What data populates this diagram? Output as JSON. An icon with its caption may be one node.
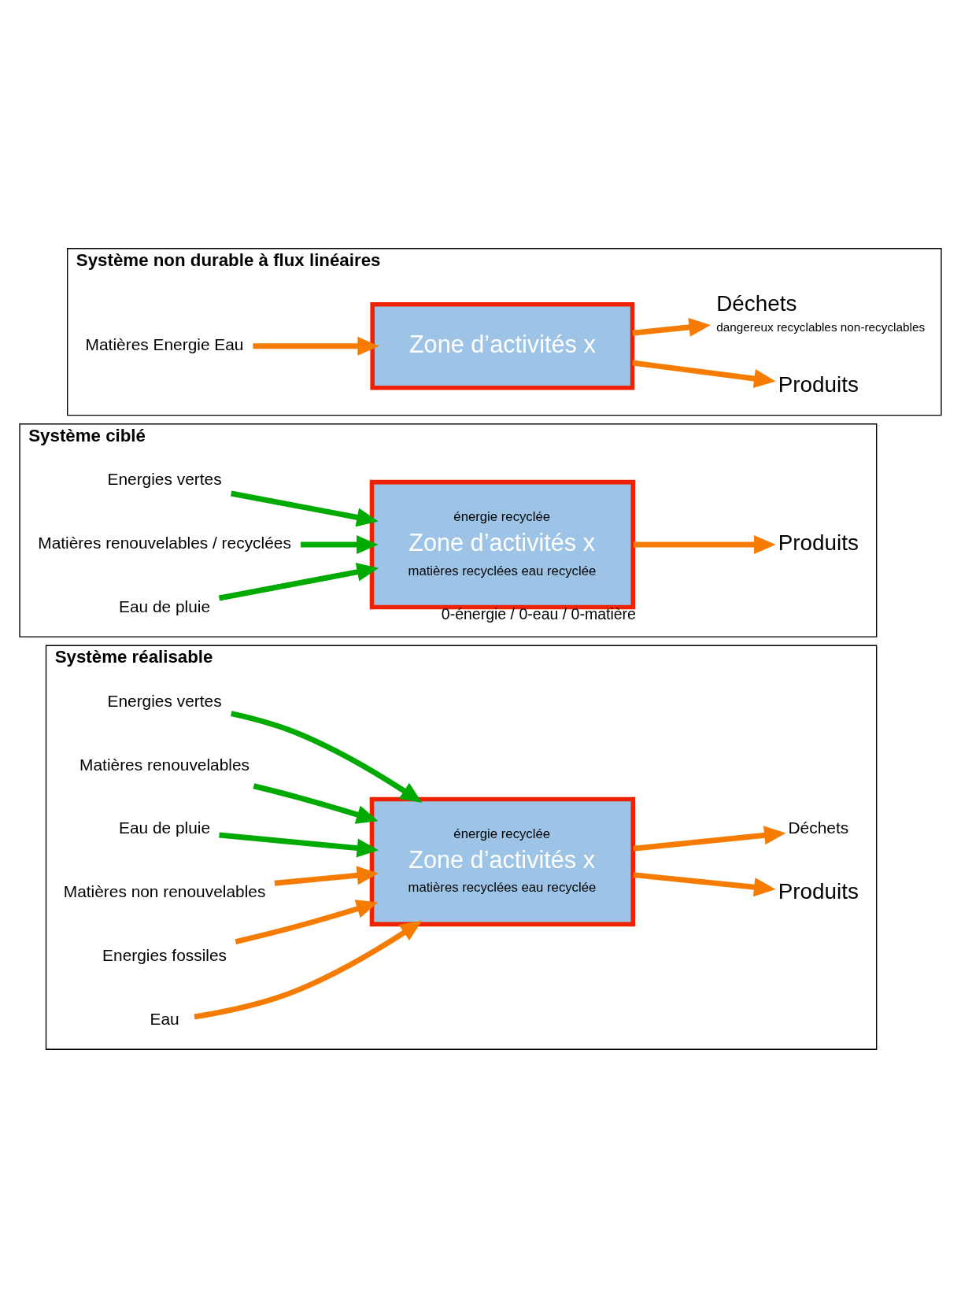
{
  "diagram": {
    "nodes": [
      {
        "text": [
          "Système non durable à flux linéaires"
        ]
      },
      {
        "text": [
          "Matières Energie Eau"
        ],
        "in": 0
      },
      {
        "text": [
          "Zone d’activités x"
        ],
        "in": 0
      },
      {
        "text": [
          "Produits"
        ],
        "in": 0
      },
      {
        "text": [
          "Déchets",
          "dangereux recyclables non-recyclables"
        ],
        "in": 0
      },
      {
        "text": [
          "Système ciblé"
        ]
      },
      {
        "text": [
          "Energies vertes"
        ],
        "in": 5
      },
      {
        "text": [
          "Matières renouvelables / recyclées"
        ],
        "in": 5
      },
      {
        "text": [
          "Eau de pluie"
        ],
        "in": 5
      },
      {
        "text": [
          "énergie recyclée",
          "Zone d’activités x",
          "matières recyclées eau recyclée"
        ],
        "beside": [
          "0-énergie / 0-eau / 0-matière"
        ],
        "in": 5
      },
      {
        "text": [
          "Produits"
        ],
        "in": 5
      },
      {
        "text": [
          "Système réalisable"
        ]
      },
      {
        "text": [
          "Energies vertes"
        ],
        "in": 11
      },
      {
        "text": [
          "Matières renouvelables"
        ],
        "in": 11
      },
      {
        "text": [
          "Eau de pluie"
        ],
        "in": 11
      },
      {
        "text": [
          "Matières non renouvelables"
        ],
        "in": 11
      },
      {
        "text": [
          "Energies fossiles"
        ],
        "in": 11
      },
      {
        "text": [
          "Eau"
        ],
        "in": 11
      },
      {
        "text": [
          "énergie recyclée",
          "Zone d’activités x",
          "matières recyclées eau recyclée"
        ],
        "in": 11
      },
      {
        "text": [
          "Produits"
        ],
        "in": 11
      },
      {
        "text": [
          "Déchets"
        ],
        "in": 11
      }
    ],
    "edges": [
      {
        "from": 1,
        "to": 2,
        "arrow": "to"
      },
      {
        "from": 2,
        "to": 3,
        "arrow": "to"
      },
      {
        "from": 2,
        "to": 4,
        "arrow": "to"
      },
      {
        "from": 6,
        "to": 9,
        "arrow": "to",
        "color": "#00aa00"
      },
      {
        "from": 7,
        "to": 9,
        "arrow": "to",
        "color": "#00aa00"
      },
      {
        "from": 8,
        "to": 9,
        "arrow": "to",
        "color": "#00aa00"
      },
      {
        "from": 9,
        "to": 10,
        "arrow": "to"
      },
      {
        "from": 12,
        "to": 18,
        "arrow": "to",
        "color": "#00aa00"
      },
      {
        "from": 13,
        "to": 18,
        "arrow": "to",
        "color": "#00aa00"
      },
      {
        "from": 14,
        "to": 18,
        "arrow": "to",
        "color": "#00aa00"
      },
      {
        "from": 15,
        "to": 18,
        "arrow": "to"
      },
      {
        "from": 16,
        "to": 18,
        "arrow": "to"
      },
      {
        "from": 17,
        "to": 18,
        "arrow": "to"
      },
      {
        "from": 18,
        "to": 19,
        "arrow": "to"
      },
      {
        "from": 18,
        "to": 20,
        "arrow": "to"
      }
    ]
  }
}
